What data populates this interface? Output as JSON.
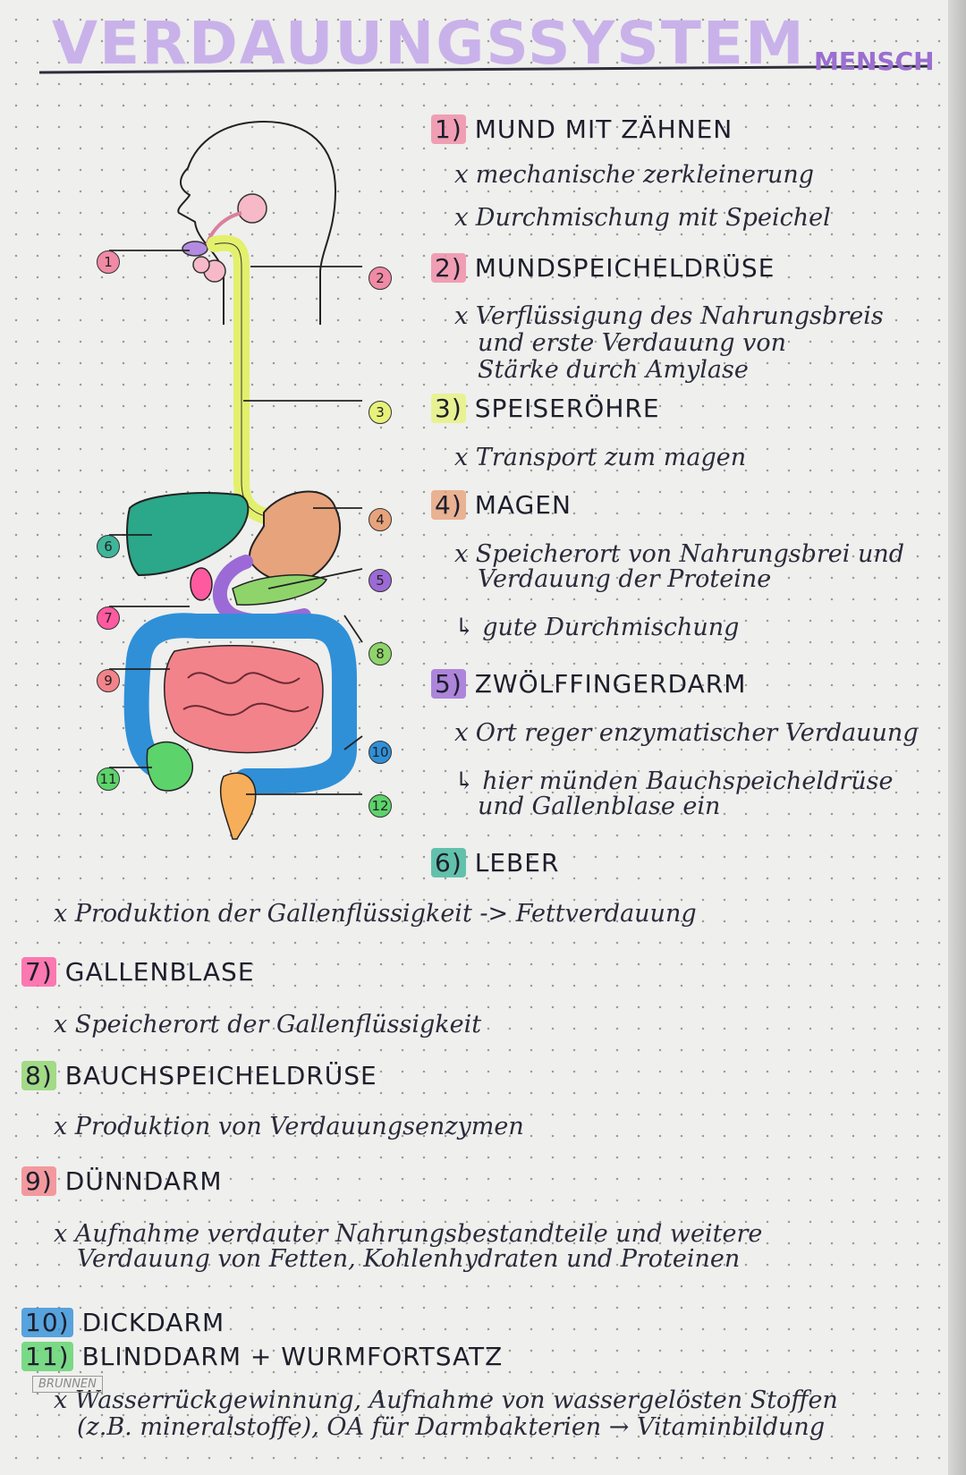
{
  "title": "VERDAUUNGSSYSTEM",
  "subtitle": "MENSCH",
  "diagram_numbers": [
    "1",
    "2",
    "3",
    "4",
    "5",
    "6",
    "7",
    "8",
    "9",
    "10",
    "11",
    "12"
  ],
  "sections": [
    {
      "num": "1)",
      "title": "MUND MIT ZÄHNEN",
      "color": "#f08aa5",
      "lines": [
        "x mechanische zerkleinerung",
        "x Durchmischung mit Speichel"
      ]
    },
    {
      "num": "2)",
      "title": "MUNDSPEICHELDRÜSE",
      "color": "#f08aa5",
      "lines": [
        "x Verflüssigung des Nahrungsbreis",
        "und erste Verdauung von",
        "Stärke durch Amylase"
      ]
    },
    {
      "num": "3)",
      "title": "SPEISERÖHRE",
      "color": "#e7f27a",
      "lines": [
        "x Transport zum magen"
      ]
    },
    {
      "num": "4)",
      "title": "MAGEN",
      "color": "#e7a37b",
      "lines": [
        "x Speicherort von Nahrungsbrei und",
        "Verdauung der Proteine",
        "↳ gute Durchmischung"
      ]
    },
    {
      "num": "5)",
      "title": "ZWÖLFFINGERDARM",
      "color": "#9c6ad6",
      "lines": [
        "x Ort reger enzymatischer Verdauung",
        "↳ hier münden Bauchspeicheldrüse",
        "und Gallenblase ein"
      ]
    },
    {
      "num": "6)",
      "title": "LEBER",
      "color": "#3fb59a",
      "lines": [
        "x Produktion der Gallenflüssigkeit -> Fettverdauung"
      ]
    },
    {
      "num": "7)",
      "title": "GALLENBLASE",
      "color": "#ff5aa0",
      "lines": [
        "x Speicherort der Gallenflüssigkeit"
      ]
    },
    {
      "num": "8)",
      "title": "BAUCHSPEICHELDRÜSE",
      "color": "#8fd46b",
      "lines": [
        "x Produktion von Verdauungsenzymen"
      ]
    },
    {
      "num": "9)",
      "title": "DÜNNDARM",
      "color": "#f3838a",
      "lines": [
        "x Aufnahme verdauter Nahrungsbestandteile und weitere",
        "Verdauung von Fetten, Kohlenhydraten und Proteinen"
      ]
    },
    {
      "num": "10)",
      "title": "DICKDARM",
      "color": "#2f90d8",
      "lines": []
    },
    {
      "num": "11)",
      "title": "BLINDDARM + WURMFORTSATZ",
      "color": "#5cd36b",
      "lines": [
        "x Wasserrückgewinnung, Aufnahme von wassergelösten Stoffen",
        "(z.B. mineralstoffe), OA für Darmbakterien → Vitaminbildung"
      ]
    }
  ],
  "stamp": "BRUNNEN"
}
